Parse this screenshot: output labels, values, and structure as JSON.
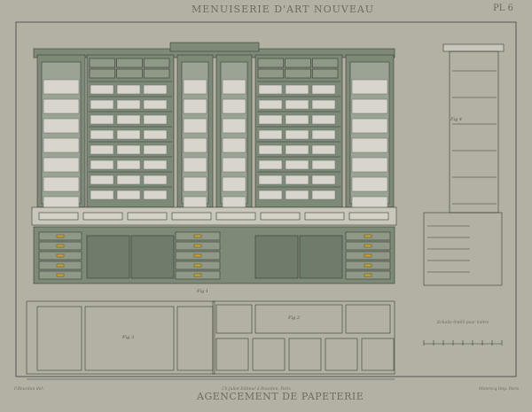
{
  "plate": {
    "title": "MENUISERIE D'ART NOUVEAU",
    "plate_number": "PL 6",
    "caption": "AGENCEMENT DE PAPETERIE",
    "draftsman_credit": "F.Bourdon del.",
    "publisher_credit": "Ch.Juliot Editeur à Bourdon, Paris",
    "printer_credit": "Monrocq Imp. Paris",
    "scale_label": "Echelle 0m05 pour mètre",
    "figures": [
      "Fig 1",
      "Fig 2",
      "Fig 3",
      "Fig 4"
    ]
  },
  "colors": {
    "paper": "#b3b1a3",
    "ink": "#3b3d36",
    "wood": "#7d8a78",
    "books": "#d8d6cc"
  }
}
